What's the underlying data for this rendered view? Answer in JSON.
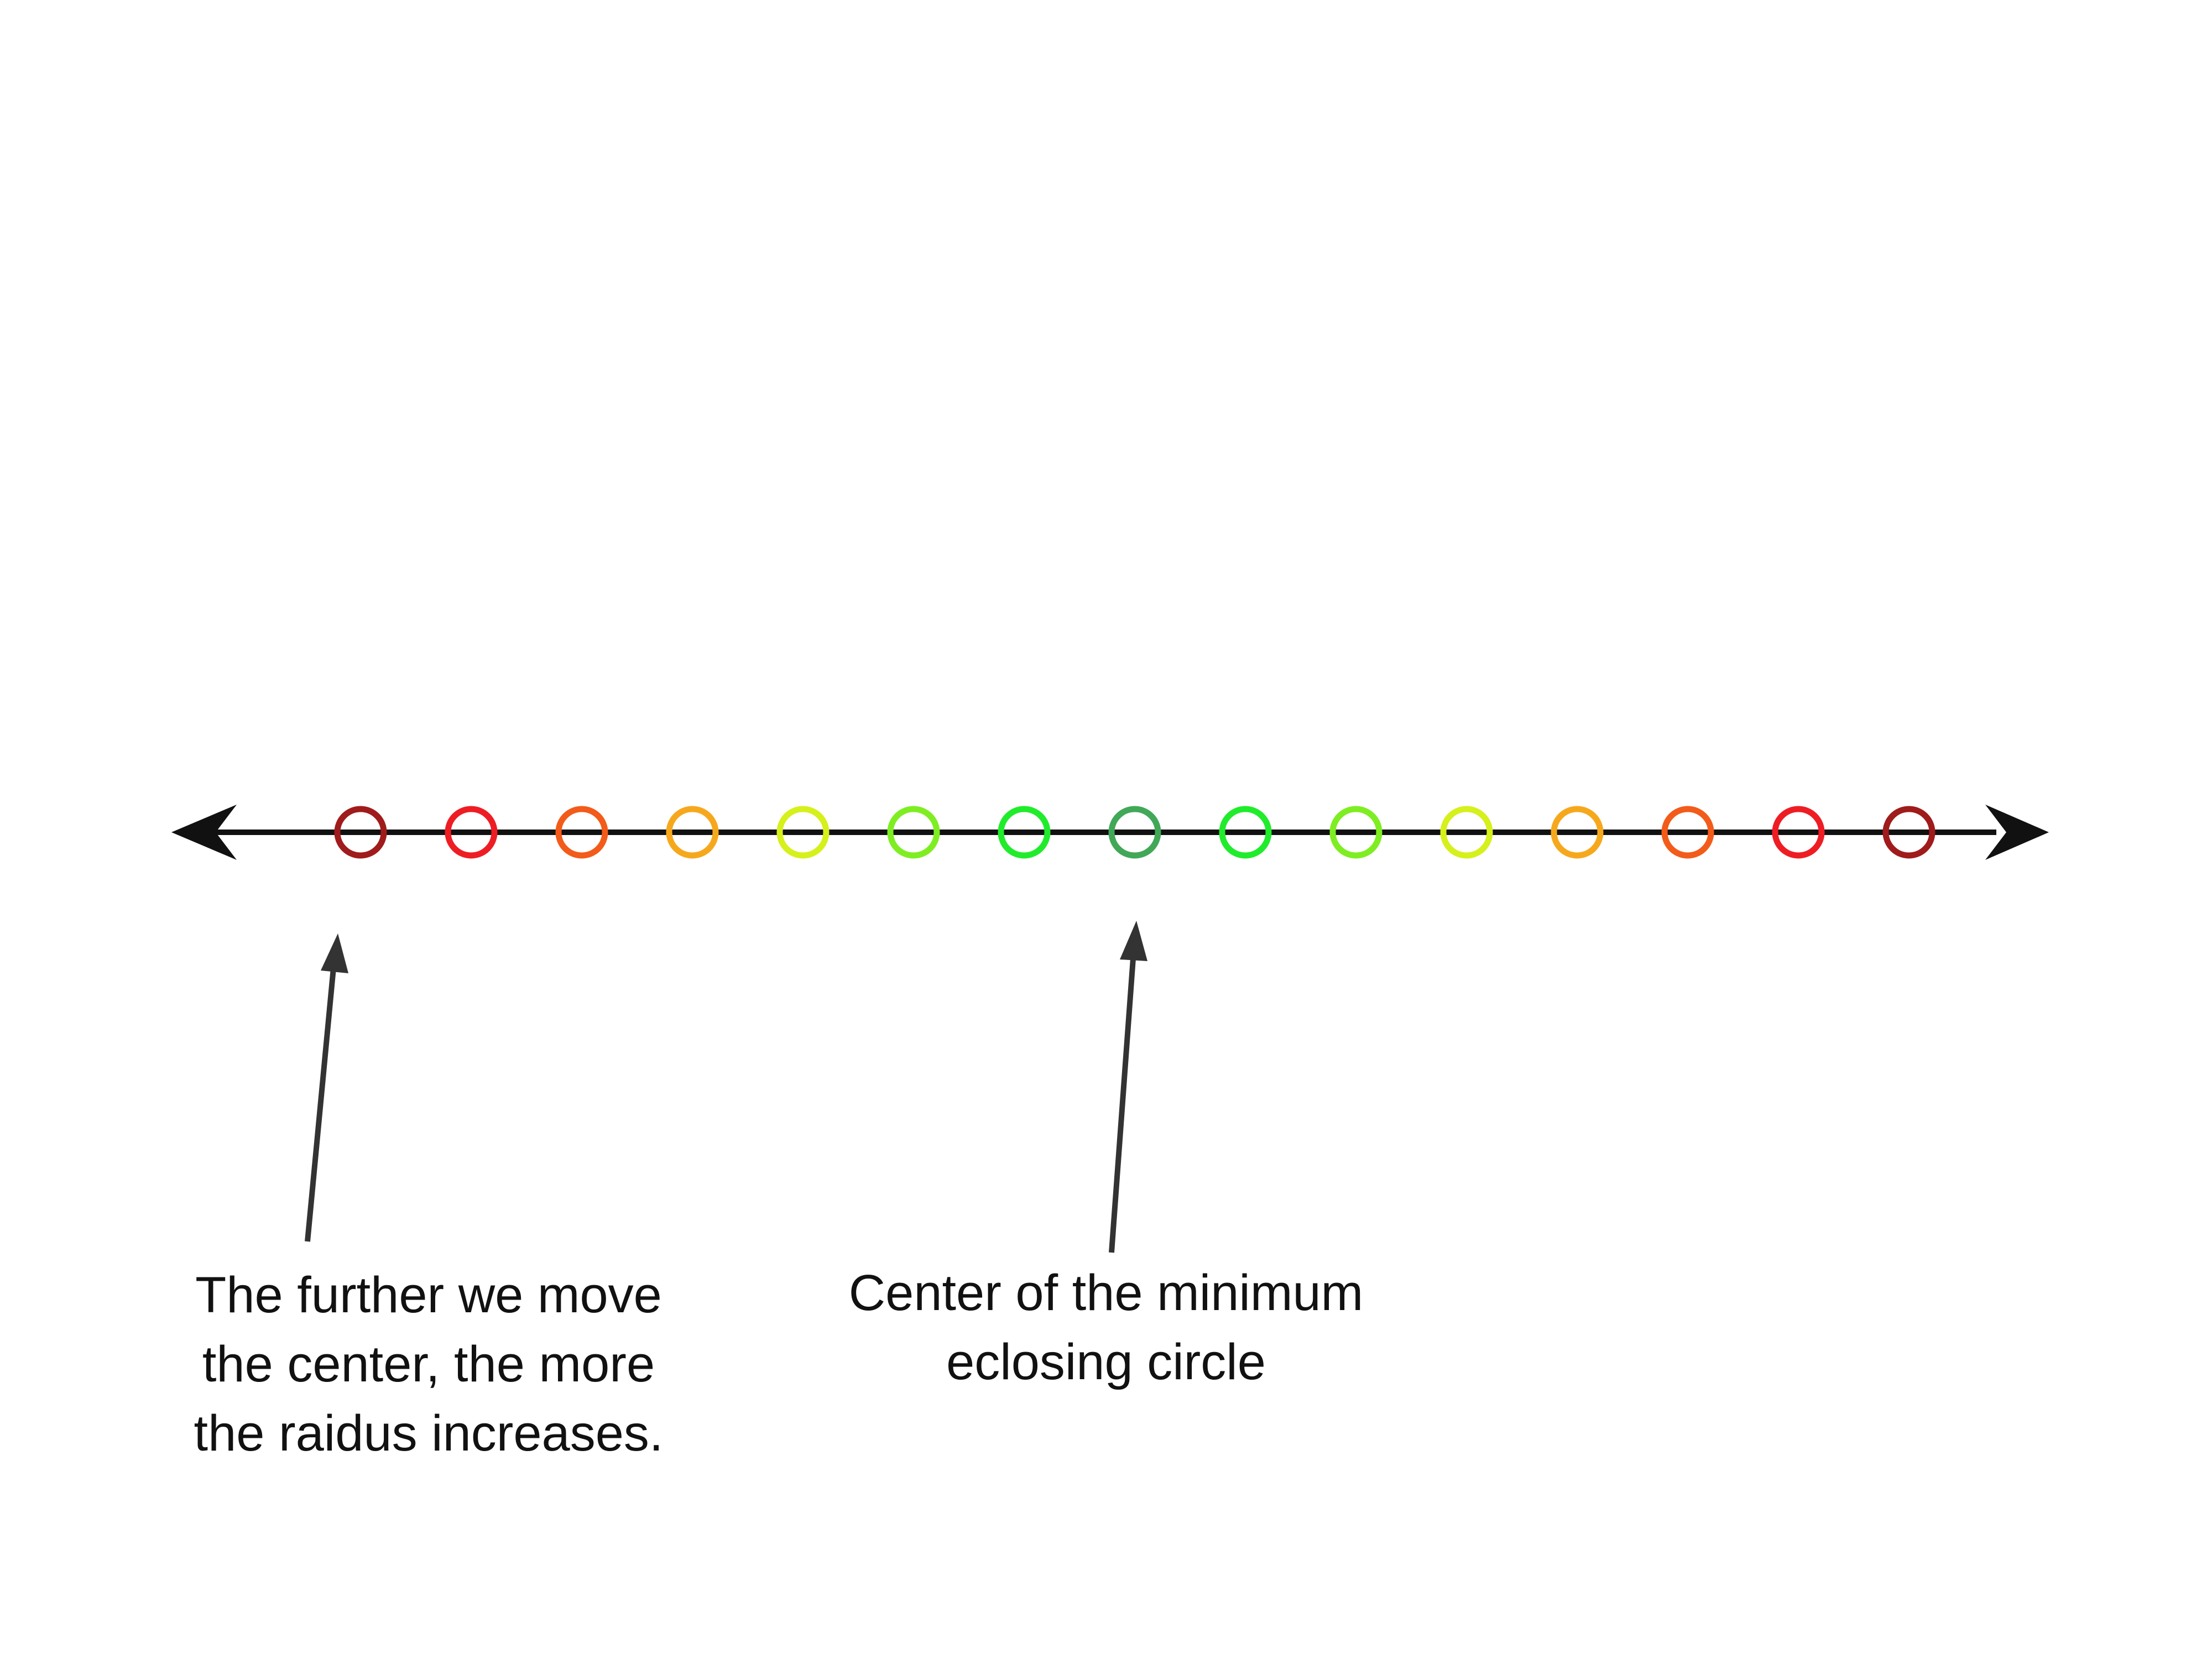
{
  "diagram": {
    "circles": [
      {
        "color": "#a01b1b"
      },
      {
        "color": "#ee1d24"
      },
      {
        "color": "#f25b1a"
      },
      {
        "color": "#f6a81d"
      },
      {
        "color": "#d6f01c"
      },
      {
        "color": "#7eee22"
      },
      {
        "color": "#20ec2b"
      },
      {
        "color": "#41a857"
      },
      {
        "color": "#20ec2b"
      },
      {
        "color": "#7eee22"
      },
      {
        "color": "#d6f01c"
      },
      {
        "color": "#f6a81d"
      },
      {
        "color": "#f25b1a"
      },
      {
        "color": "#ee1d24"
      },
      {
        "color": "#a01b1b"
      }
    ],
    "axis_color": "#111111",
    "pointer_color": "#333333",
    "annotations": {
      "left": {
        "lines": [
          "The further we move",
          "the center, the more",
          "the raidus increases."
        ]
      },
      "center": {
        "lines": [
          "Center of the minimum",
          "eclosing circle"
        ]
      }
    }
  }
}
